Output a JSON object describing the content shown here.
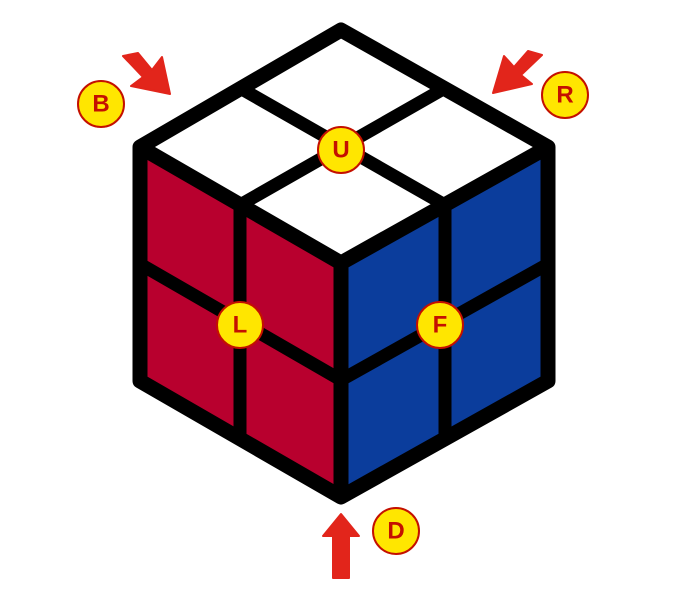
{
  "diagram": {
    "labels": {
      "up": "U",
      "left": "L",
      "front": "F",
      "back": "B",
      "right": "R",
      "down": "D"
    },
    "colors": {
      "up_face": "#ffffff",
      "left_face": "#b8002e",
      "front_face": "#0b3d9c",
      "outline": "#000000",
      "badge_fill": "#ffe600",
      "badge_border": "#c41000",
      "badge_text": "#c41000",
      "arrow": "#e2251b"
    },
    "icons": {
      "back_arrow": "arrow-down-right-icon",
      "right_arrow": "arrow-down-left-icon",
      "down_arrow": "arrow-up-icon"
    }
  }
}
